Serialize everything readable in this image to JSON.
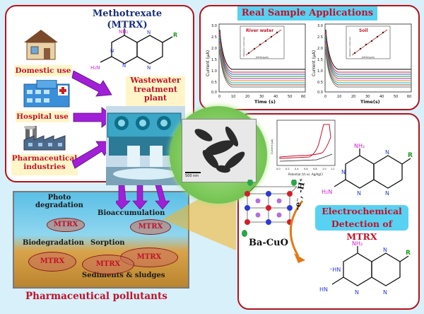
{
  "panels": {
    "source": {
      "title_line1": "Methotrexate",
      "title_line2": "(MTRX)",
      "domestic": "Domestic use",
      "hospital": "Hospital use",
      "pharma_line1": "Pharmaceutical",
      "pharma_line2": "industries",
      "wwtp_line1": "Wastewater",
      "wwtp_line2": "treatment",
      "wwtp_line3": "plant",
      "mol_nh2_top": "NH₂",
      "mol_h2n": "H₂N",
      "mol_r": "R"
    },
    "real_sample": {
      "title": "Real Sample Applications",
      "left_ylabel": "Current (μA)",
      "left_xlabel": "Time (s)",
      "left_inset_title": "River water",
      "right_ylabel": "Current (μA)",
      "right_xlabel": "Time(s)",
      "right_inset_title": "Soil",
      "left_yticks": [
        "3.0",
        "2.5",
        "2.0",
        "1.5",
        "1.0",
        "0.5",
        "0.0"
      ],
      "left_xticks": [
        "0",
        "10",
        "20",
        "30",
        "40",
        "50",
        "60"
      ],
      "right_yticks": [
        "3.0",
        "2.5",
        "2.0",
        "1.5",
        "1.0",
        "0.5",
        "0.0"
      ],
      "right_xticks": [
        "0",
        "10",
        "20",
        "30",
        "40",
        "50",
        "60"
      ],
      "left_inset_ylabel": "Response current (μA)",
      "left_inset_xlabel": "[MTRX](μM)",
      "right_inset_ylabel": "Response current (μA)",
      "right_inset_xlabel": "[MTRX](μM)"
    },
    "sem": {
      "scale": "500 nm"
    },
    "cv": {
      "ylabel": "Current (μA)",
      "xlabel": "Potential (V) vs. Ag/AgCl",
      "xticks": [
        "0.0",
        "0.2",
        "0.4",
        "0.6",
        "0.8",
        "1.0",
        "1.2"
      ]
    },
    "detection": {
      "nh2": "NH₂",
      "n": "N",
      "r": "R",
      "h2n": "H₂N",
      "line1": "Electrochemical",
      "line2": "Detection of MTRX",
      "arrow_label": "-e⁻, -H⁺",
      "catalyst": "Ba-CuO",
      "prod_nh2": "NH₂",
      "prod_hn": "⁺HN",
      "prod_hn2": "HN",
      "prod_r": "R"
    },
    "pollutants": {
      "photo": "Photo",
      "degradation": "degradation",
      "bioaccumulation": "Bioaccumulation",
      "biodegradation": "Biodegradation",
      "sorption": "Sorption",
      "sediments": "Sediments & sludges",
      "footer": "Pharmaceutical pollutants",
      "mtrx": "MTRX"
    }
  },
  "colors": {
    "background": "#d8f0fa",
    "border": "#b5121b",
    "label_bg": "#fff5c8",
    "label_fg": "#c0132b",
    "title_blue": "#1b2f7a",
    "arrow_purple": "#a11fd6",
    "electro_box": "#57d2f2"
  }
}
